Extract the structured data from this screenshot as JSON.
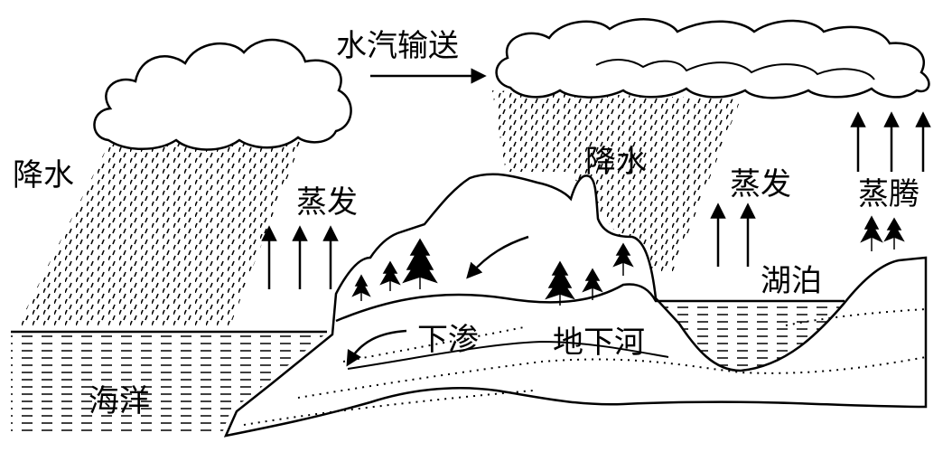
{
  "labels": {
    "precipitation_left": "降水",
    "evaporation_ocean": "蒸发",
    "vapor_transport": "水汽输送",
    "precipitation_mountain": "降水",
    "evaporation_lake": "蒸发",
    "transpiration": "蒸腾",
    "lake": "湖泊",
    "infiltration": "下渗",
    "underground_river": "地下河",
    "ocean": "海洋"
  },
  "colors": {
    "ink": "#000000",
    "paper": "#ffffff"
  }
}
